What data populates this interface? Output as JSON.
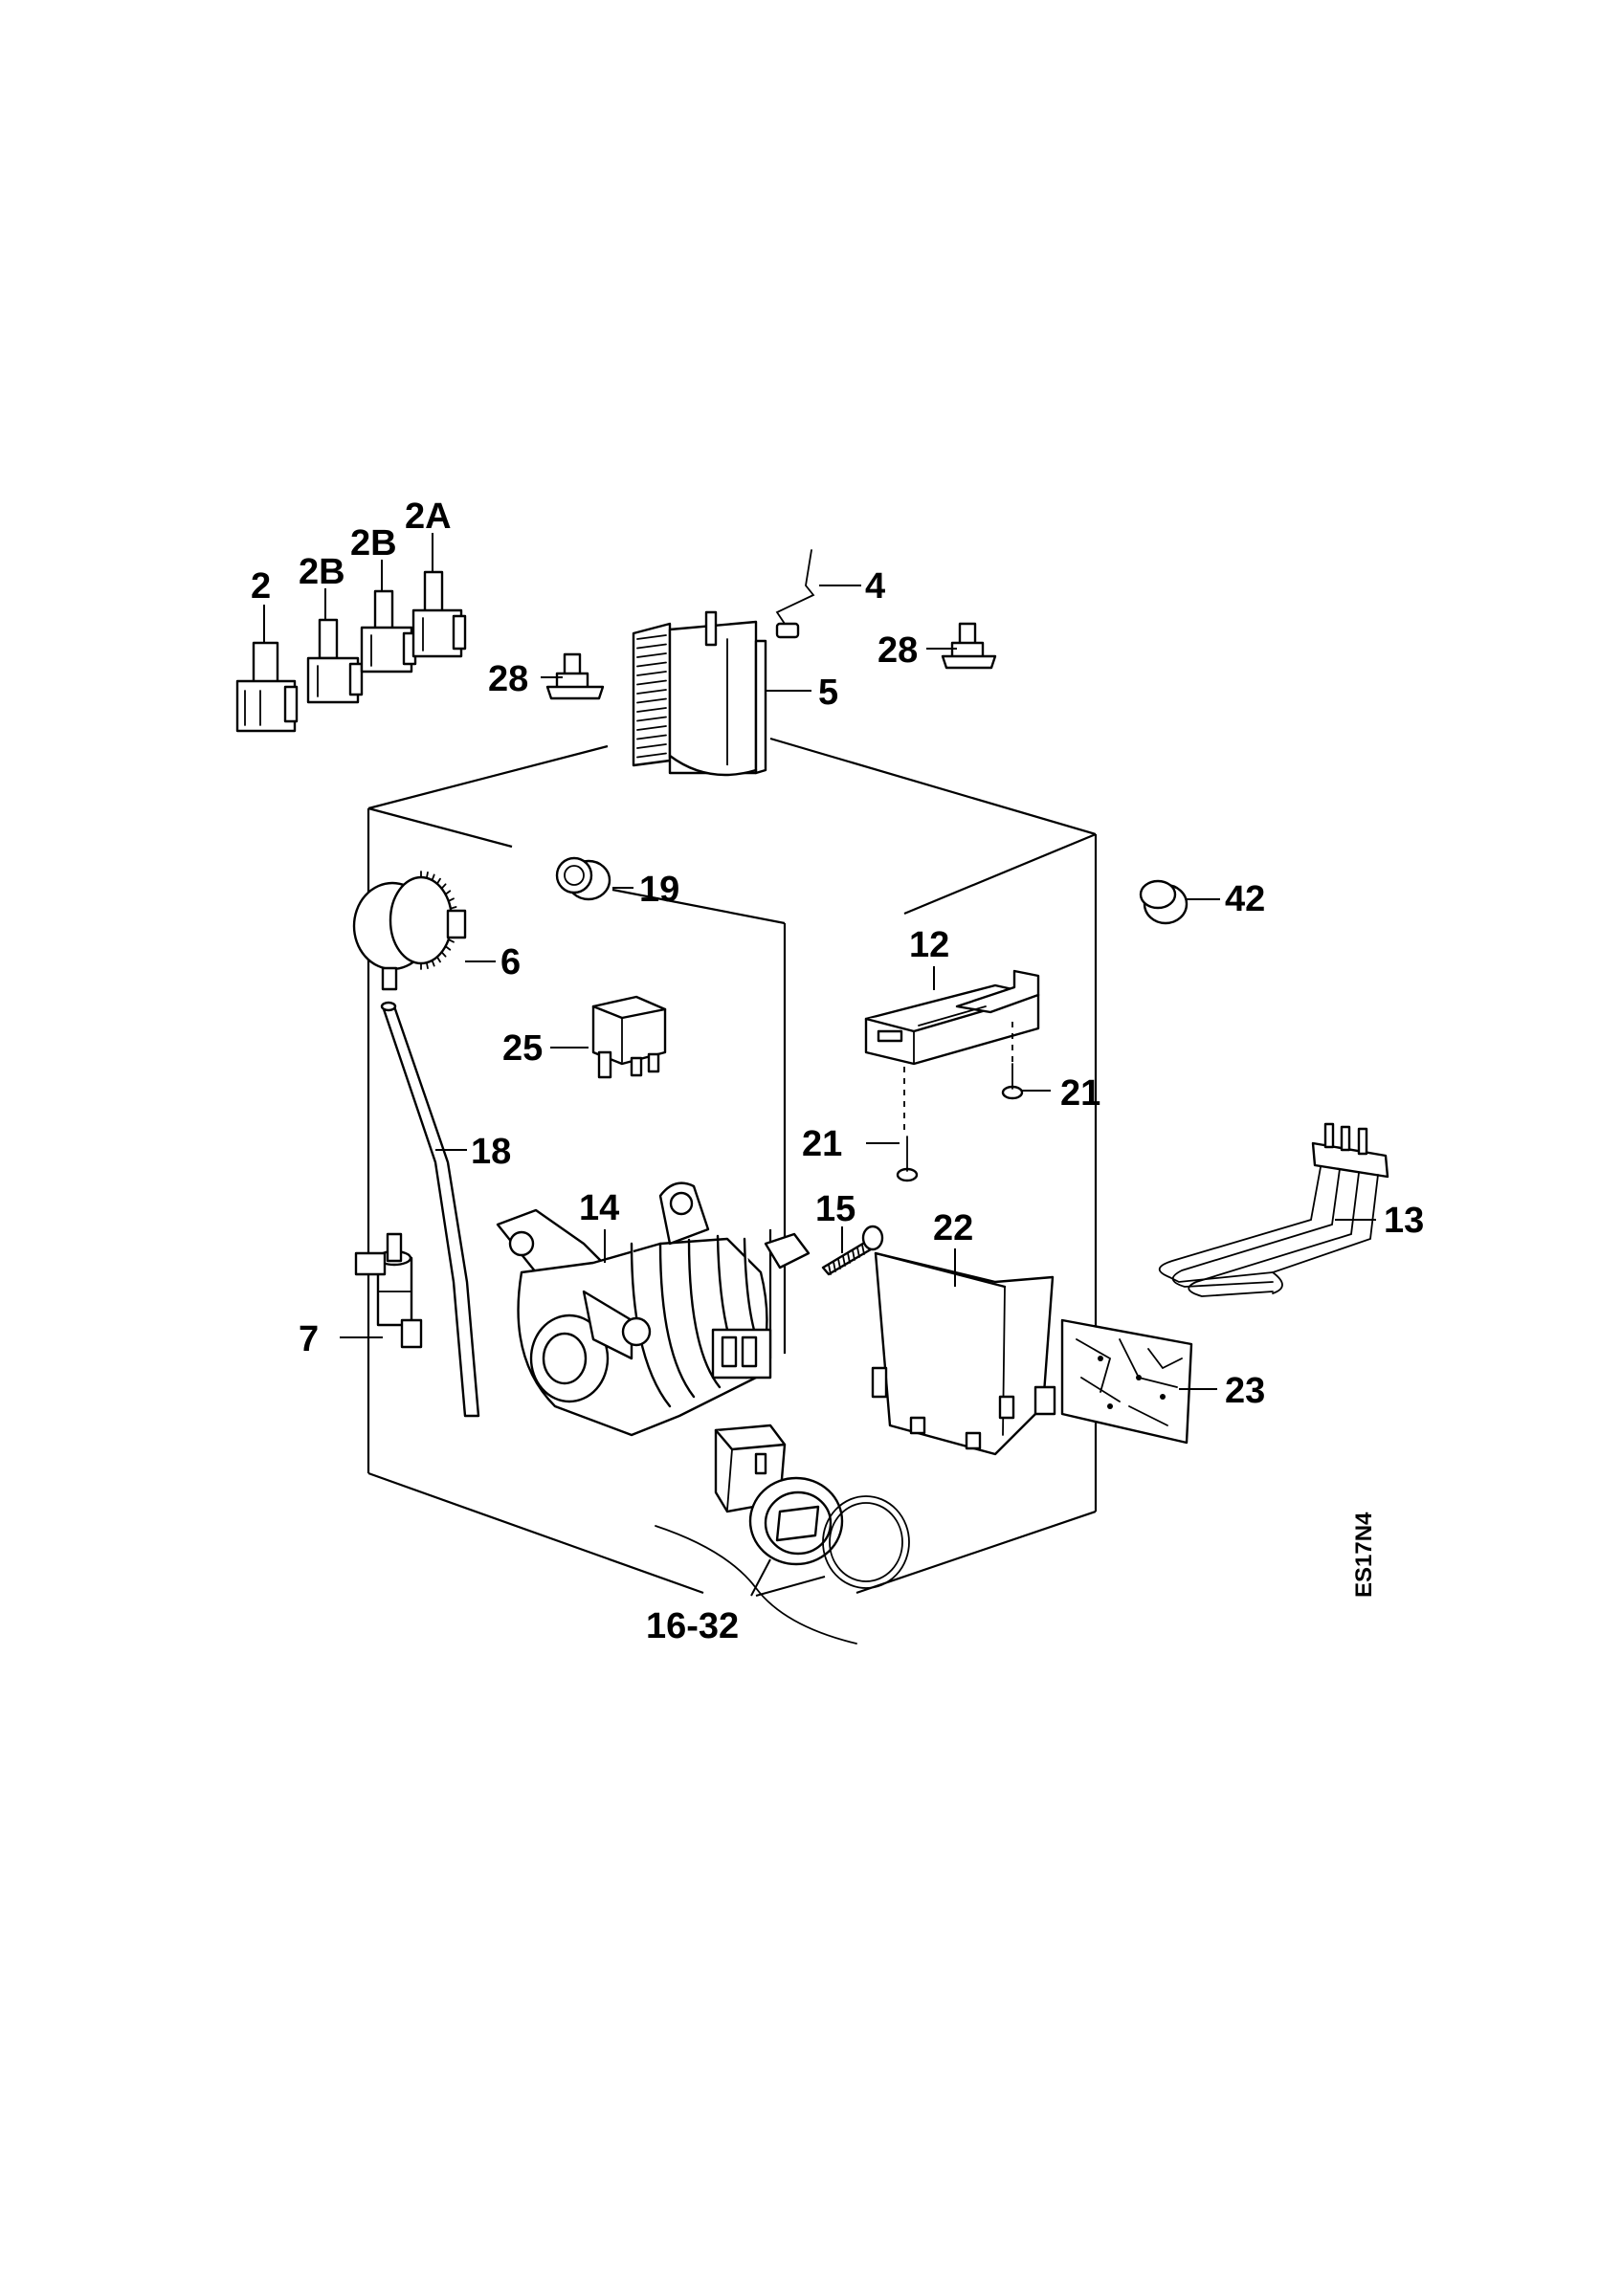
{
  "labels": {
    "l2": "2",
    "l2b_left": "2B",
    "l2b_right": "2B",
    "l2a": "2A",
    "l4": "4",
    "l28_left": "28",
    "l28_right": "28",
    "l5": "5",
    "l19": "19",
    "l42": "42",
    "l6": "6",
    "l12": "12",
    "l25": "25",
    "l21_right": "21",
    "l21_left": "21",
    "l18": "18",
    "l13": "13",
    "l14": "14",
    "l15": "15",
    "l22": "22",
    "l7": "7",
    "l23": "23",
    "l16_32": "16-32"
  },
  "drawing_code": "ES17N4"
}
